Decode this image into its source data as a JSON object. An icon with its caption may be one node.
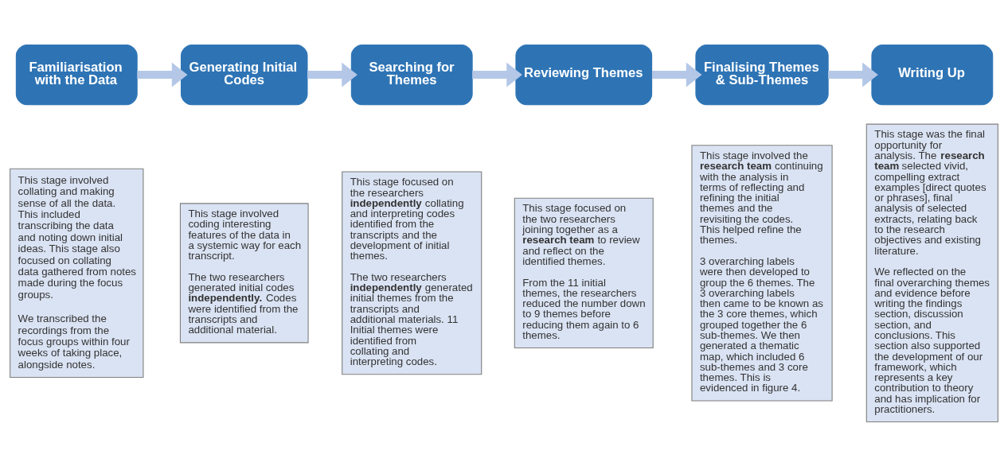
{
  "diagram": {
    "nodes": [
      {
        "text": [
          "Familiarisation with the Data"
        ]
      },
      {
        "text": [
          "Generating Initial Codes"
        ]
      },
      {
        "text": [
          "Searching for Themes"
        ]
      },
      {
        "text": [
          "Reviewing Themes"
        ]
      },
      {
        "text": [
          "Finalising Themes & Sub-Themes"
        ]
      },
      {
        "text": [
          "Writing Up"
        ]
      },
      {
        "text": [
          "This stage involved collating and making sense of all the data. This included transcribing the data and noting down initial ideas. This stage also focused on collating data gathered from notes made during the focus groups.",
          "We transcribed the recordings from the focus groups within four weeks of taking place, alongside notes."
        ]
      },
      {
        "text": [
          "This stage involved coding interesting features of the data in a systemic way for each transcript.",
          "The two researchers generated initial codes **independently.** Codes were identified from the transcripts and additional material."
        ]
      },
      {
        "text": [
          "This stage focused on the researchers **independently** collating and interpreting codes identified from the transcripts and the development of initial themes.",
          "The two researchers **independently** generated initial themes from the transcripts and additional materials. 11 Initial themes were identified from collating and interpreting codes."
        ]
      },
      {
        "text": [
          "This stage focused on the two researchers joining together as a **research team** to review and reflect on the identified  themes.",
          "From the 11 initial themes, the researchers reduced the number down to 9 themes before reducing them again to 6 themes."
        ]
      },
      {
        "text": [
          "This stage involved the **research team** continuing with the analysis in terms of reflecting and refining the initial themes and the revisiting the codes. This helped refine the themes.",
          "3 overarching labels were then developed to group the 6 themes. The 3 overarching labels then came to be known as the 3 core themes, which grouped together the 6 sub-themes. We then generated a thematic map, which included 6 sub-themes and 3 core themes. This is evidenced in figure 4."
        ]
      },
      {
        "text": [
          "This stage was the final opportunity for analysis. The **research team** selected vivid, compelling extract examples [direct quotes or phrases], final analysis of selected extracts, relating back to the research objectives and existing literature.",
          "We reflected on the final overarching themes and evidence before writing the findings section, discussion section, and conclusions. This section also supported the development of our framework, which represents a key contribution to theory and has implication for practitioners."
        ]
      }
    ],
    "edges": [
      {
        "from": 0,
        "to": 1,
        "arrow": "to"
      },
      {
        "from": 1,
        "to": 2,
        "arrow": "to"
      },
      {
        "from": 2,
        "to": 3,
        "arrow": "to"
      },
      {
        "from": 3,
        "to": 4,
        "arrow": "to"
      },
      {
        "from": 4,
        "to": 5,
        "arrow": "to"
      }
    ]
  }
}
